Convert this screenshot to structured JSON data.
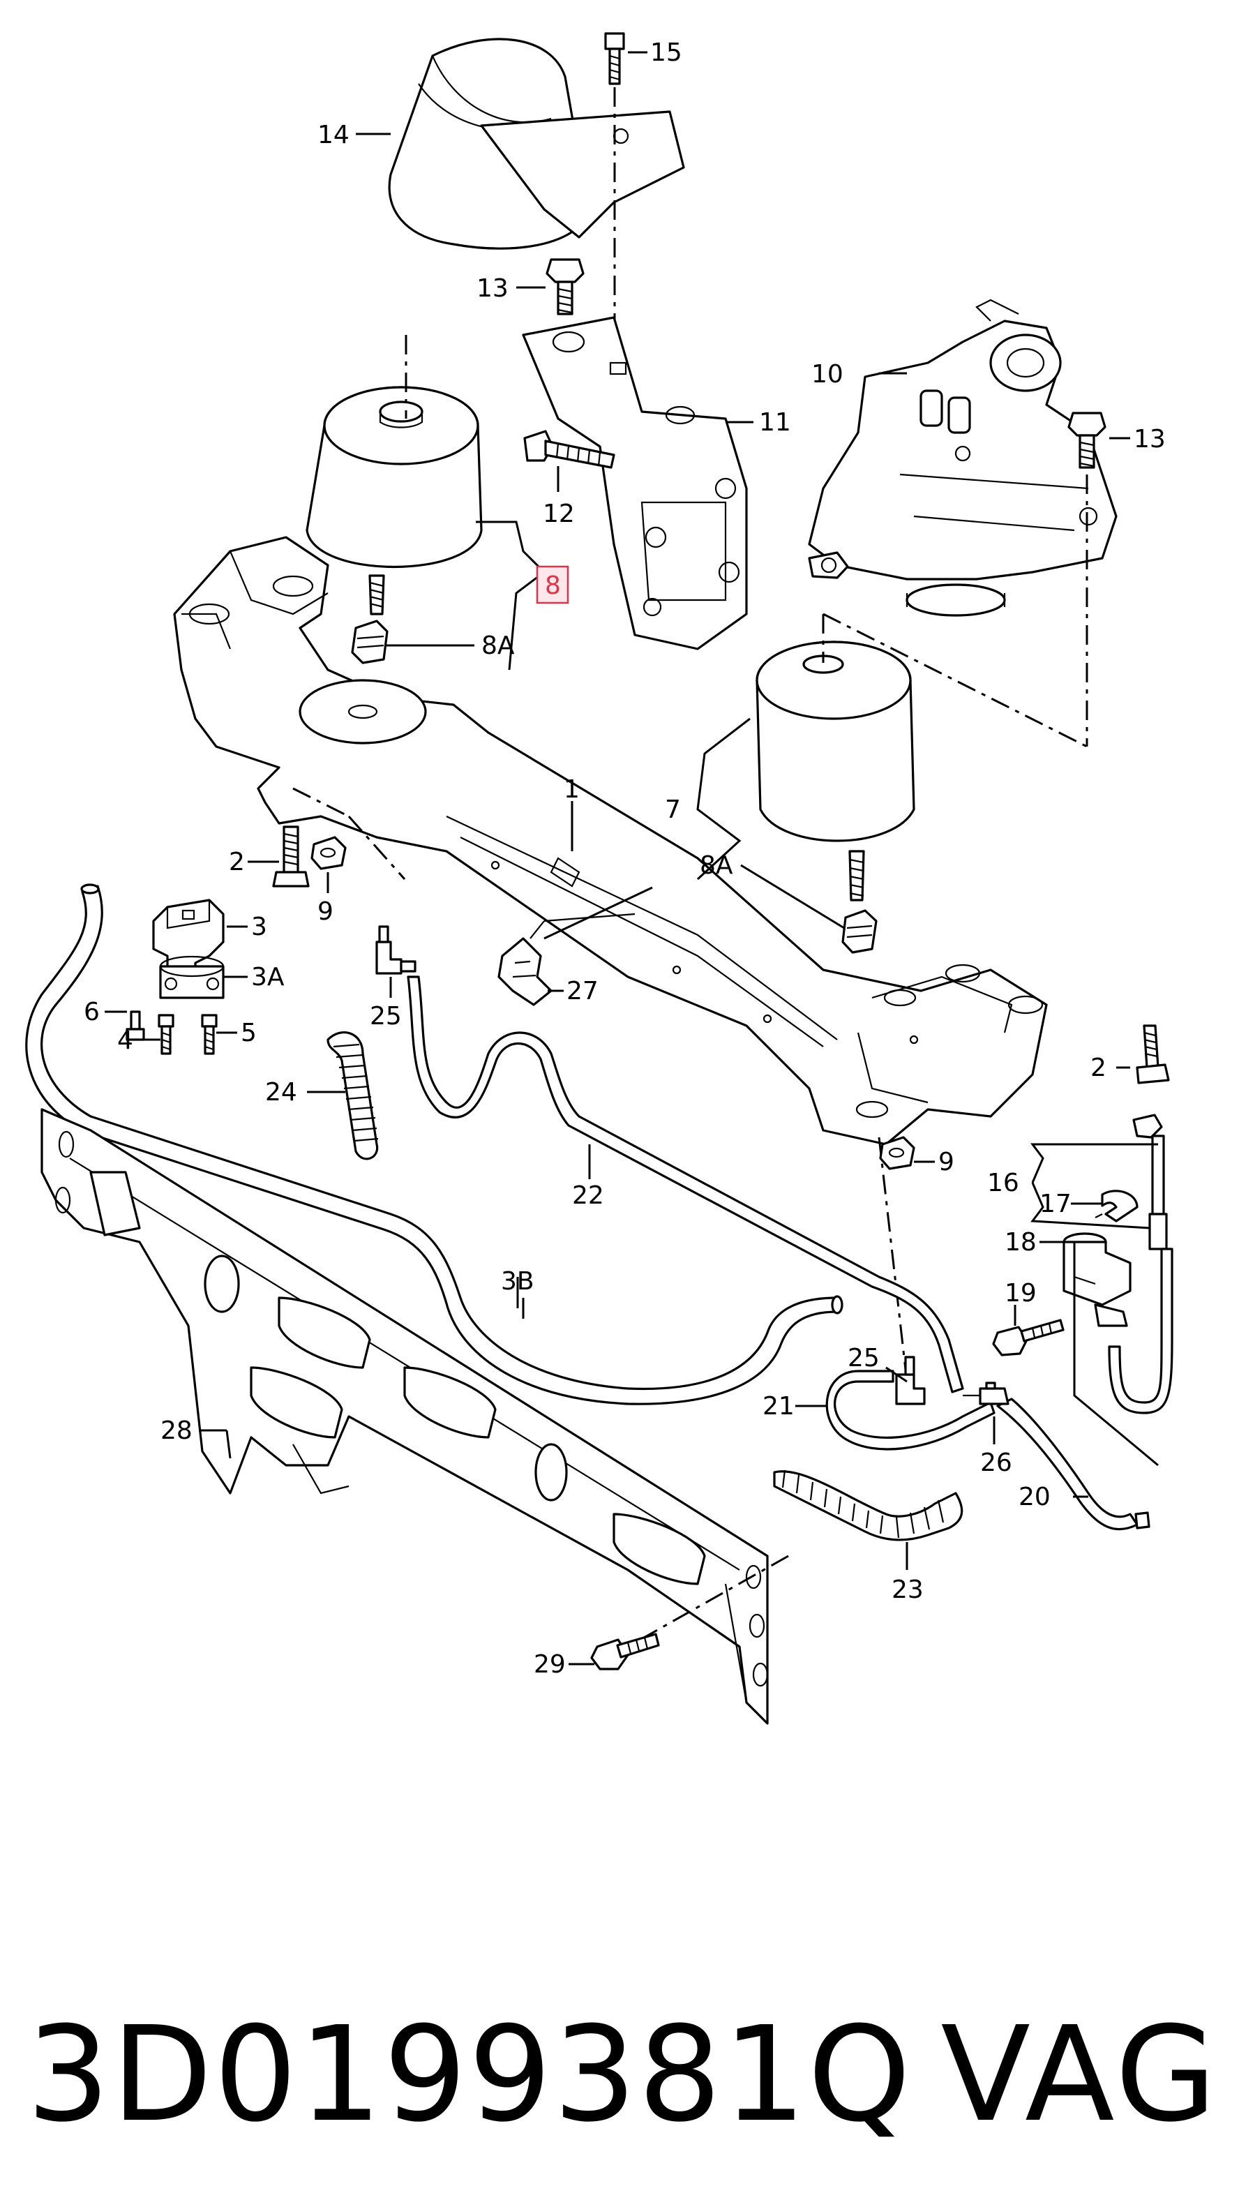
{
  "labels": {
    "l1": "1",
    "l2a": "2",
    "l2b": "2",
    "l3": "3",
    "l3a": "3A",
    "l3b": "3B",
    "l4": "4",
    "l5": "5",
    "l6": "6",
    "l7": "7",
    "l8": "8",
    "l8a_left": "8A",
    "l8a_right": "8A",
    "l9a": "9",
    "l9b": "9",
    "l10": "10",
    "l11": "11",
    "l12": "12",
    "l13a": "13",
    "l13b": "13",
    "l14": "14",
    "l15": "15",
    "l16": "16",
    "l17": "17",
    "l18": "18",
    "l19": "19",
    "l20": "20",
    "l21": "21",
    "l22": "22",
    "l23": "23",
    "l24": "24",
    "l25a": "25",
    "l25b": "25",
    "l26": "26",
    "l27": "27",
    "l28": "28",
    "l29": "29"
  },
  "highlighted_label": "8",
  "highlight_color": "#d9364a",
  "footer": {
    "part_number": "3D0199381Q",
    "brand": "VAG"
  }
}
